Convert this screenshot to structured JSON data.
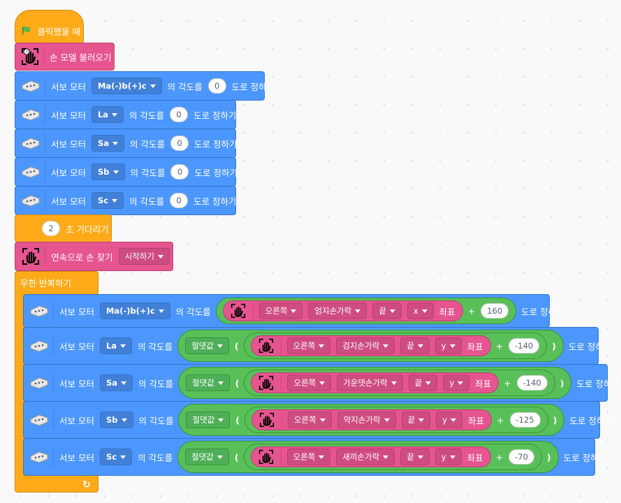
{
  "events": {
    "when_flag_clicked": "클릭했을 때"
  },
  "setup": {
    "load_hand_model": "손 모델 불러오기",
    "servo_prefix": "서보 모터",
    "angle_suffix": "의 각도를",
    "set_suffix": "도로 정하기",
    "servos": [
      {
        "motor": "Ma(-)b(+)c",
        "value": "0"
      },
      {
        "motor": "La",
        "value": "0"
      },
      {
        "motor": "Sa",
        "value": "0"
      },
      {
        "motor": "Sb",
        "value": "0"
      },
      {
        "motor": "Sc",
        "value": "0"
      }
    ],
    "wait": {
      "value": "2",
      "label": "초 기다리기"
    },
    "continuous": {
      "label": "연속으로 손 찾기",
      "option": "시작하기"
    }
  },
  "loop": {
    "label": "무한 반복하기",
    "coord_label": "좌표",
    "plus": "+",
    "abs_label": "절댓값",
    "open_paren": "(",
    "close_paren": ")",
    "rows": [
      {
        "motor": "Ma(-)b(+)c",
        "hand": "오른쪽",
        "finger": "엄지손가락",
        "part": "끝",
        "axis": "x",
        "offset": "160"
      },
      {
        "motor": "La",
        "hand": "오른쪽",
        "finger": "검지손가락",
        "part": "끝",
        "axis": "y",
        "offset": "-140"
      },
      {
        "motor": "Sa",
        "hand": "오른쪽",
        "finger": "가운뎃손가락",
        "part": "끝",
        "axis": "y",
        "offset": "-140"
      },
      {
        "motor": "Sb",
        "hand": "오른쪽",
        "finger": "약지손가락",
        "part": "끝",
        "axis": "y",
        "offset": "-125"
      },
      {
        "motor": "Sc",
        "hand": "오른쪽",
        "finger": "새끼손가락",
        "part": "끝",
        "axis": "y",
        "offset": "-70"
      }
    ],
    "loop_arrow": "↻"
  },
  "colors": {
    "motion": "#4c97ff",
    "hand_ext": "#e6558f",
    "operator": "#59c059",
    "control": "#ffab19"
  },
  "icons": [
    "flag-icon",
    "hand-model-icon",
    "servo-motor-icon",
    "hand-detect-icon",
    "loop-arrow-icon"
  ]
}
